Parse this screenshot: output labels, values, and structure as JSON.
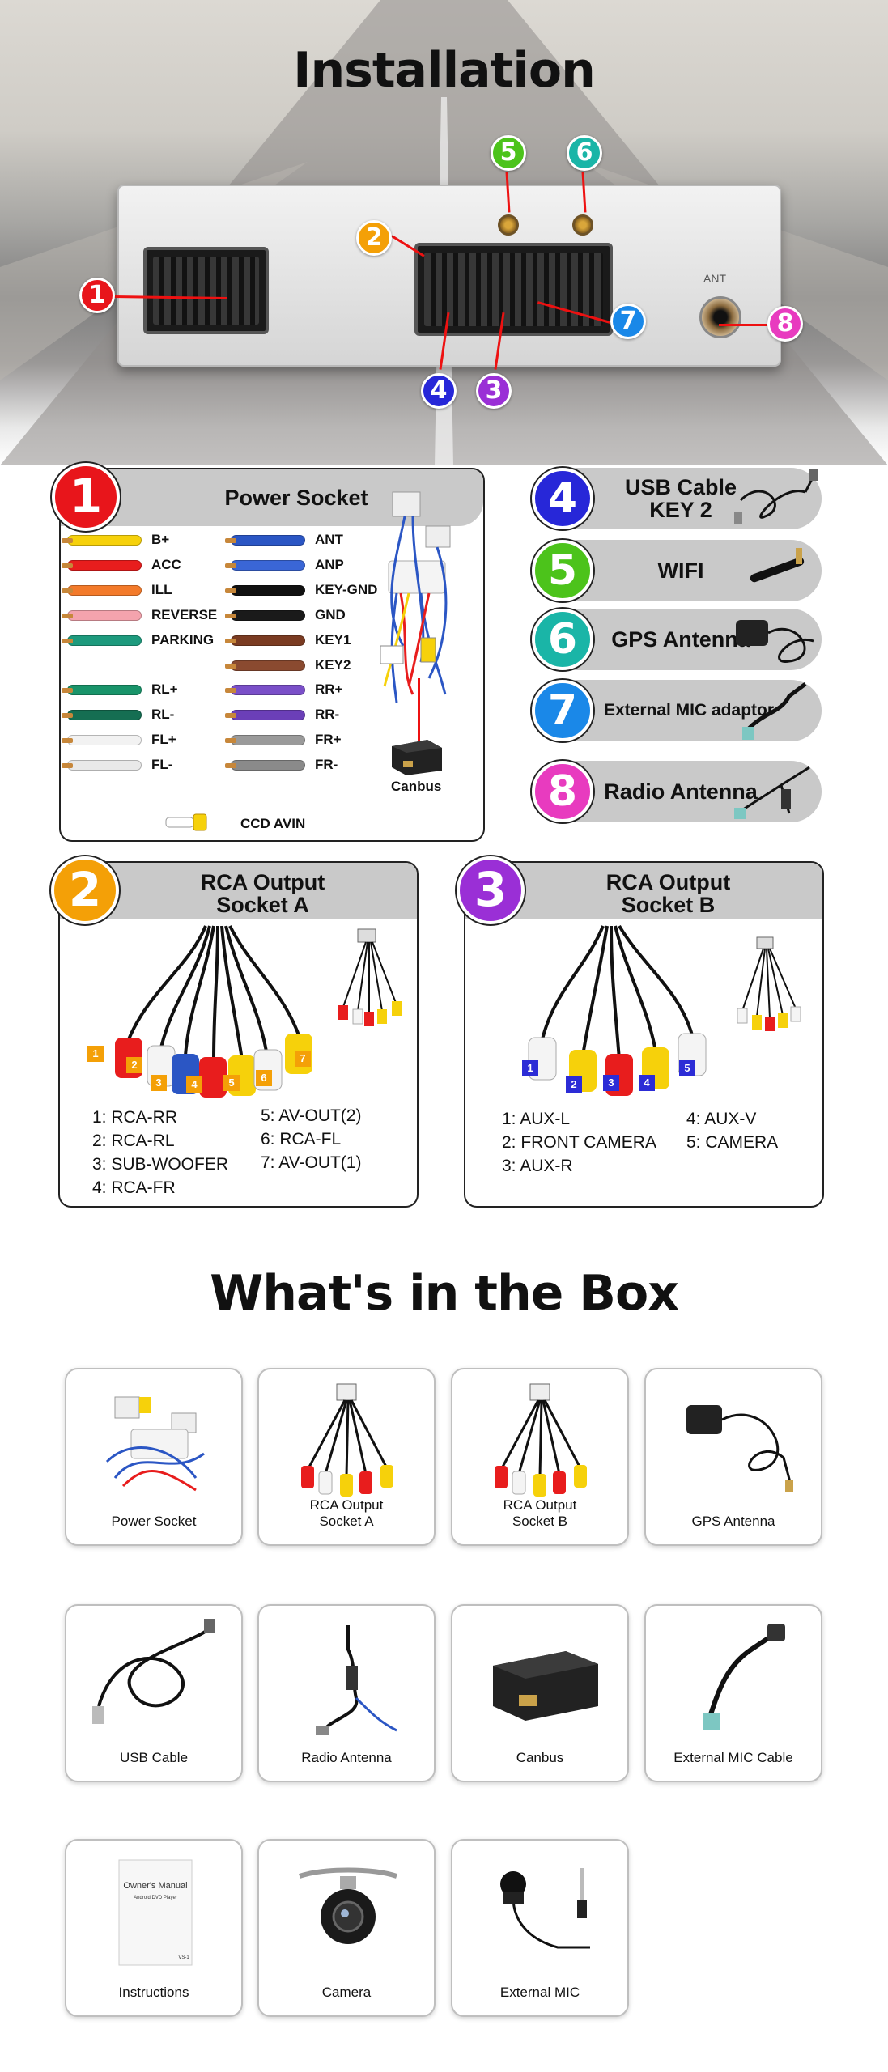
{
  "hero": {
    "title": "Installation",
    "unit_labels": {
      "ant": "ANT"
    },
    "badges": [
      {
        "n": "1",
        "color": "#e8151b"
      },
      {
        "n": "2",
        "color": "#f4a007"
      },
      {
        "n": "3",
        "color": "#9a2fd6"
      },
      {
        "n": "4",
        "color": "#2727d8"
      },
      {
        "n": "5",
        "color": "#4cc31b"
      },
      {
        "n": "6",
        "color": "#1ab5a7"
      },
      {
        "n": "7",
        "color": "#1a88e8"
      },
      {
        "n": "8",
        "color": "#e83bbf"
      }
    ]
  },
  "power": {
    "number": "1",
    "title": "Power Socket",
    "left_wires": [
      {
        "label": "B+",
        "color": "#f6d10b"
      },
      {
        "label": "ACC",
        "color": "#e81d1d"
      },
      {
        "label": "ILL",
        "color": "#f37a2a"
      },
      {
        "label": "REVERSE",
        "color": "#f4a3ad"
      },
      {
        "label": "PARKING",
        "color": "#1d9a7d"
      },
      {
        "label": "RL+",
        "color": "#19946a"
      },
      {
        "label": "RL-",
        "color": "#156e52"
      },
      {
        "label": "FL+",
        "color": "#f2f2f2"
      },
      {
        "label": "FL-",
        "color": "#e9e9e9"
      }
    ],
    "right_wires": [
      {
        "label": "ANT",
        "color": "#2b56c4"
      },
      {
        "label": "ANP",
        "color": "#3a66d6"
      },
      {
        "label": "KEY-GND",
        "color": "#111111"
      },
      {
        "label": "GND",
        "color": "#1a1a1a"
      },
      {
        "label": "KEY1",
        "color": "#7a3b22"
      },
      {
        "label": "KEY2",
        "color": "#8a4a30"
      },
      {
        "label": "RR+",
        "color": "#7a4fc8"
      },
      {
        "label": "RR-",
        "color": "#6b3fb8"
      },
      {
        "label": "FR+",
        "color": "#9a9a9a"
      },
      {
        "label": "FR-",
        "color": "#8a8a8a"
      }
    ],
    "ccd": "CCD AVIN",
    "canbus": "Canbus"
  },
  "accessories": [
    {
      "n": "4",
      "label": "USB Cable\nKEY 2",
      "color": "#2727d8"
    },
    {
      "n": "5",
      "label": "WIFI",
      "color": "#4cc31b"
    },
    {
      "n": "6",
      "label": "GPS Antenna",
      "color": "#1ab5a7"
    },
    {
      "n": "7",
      "label": "External MIC adaptor",
      "color": "#1a88e8"
    },
    {
      "n": "8",
      "label": "Radio Antenna",
      "color": "#e83bbf"
    }
  ],
  "rca_a": {
    "number": "2",
    "title": "RCA Output\nSocket A",
    "items_left": [
      "1: RCA-RR",
      "2: RCA-RL",
      "3: SUB-WOOFER",
      "4: RCA-FR"
    ],
    "items_right": [
      "5: AV-OUT(2)",
      "6: RCA-FL",
      "7: AV-OUT(1)"
    ],
    "tags": [
      "1",
      "2",
      "3",
      "4",
      "5",
      "6",
      "7"
    ]
  },
  "rca_b": {
    "number": "3",
    "title": "RCA Output\nSocket B",
    "items_left": [
      "1: AUX-L",
      "2: FRONT CAMERA",
      "3: AUX-R"
    ],
    "items_right": [
      "4: AUX-V",
      "5: CAMERA"
    ],
    "tags": [
      "1",
      "2",
      "3",
      "4",
      "5"
    ]
  },
  "box": {
    "title": "What's in the Box",
    "items": [
      {
        "label": "Power Socket",
        "icon": "harness-icon"
      },
      {
        "label": "RCA Output\nSocket A",
        "icon": "rca-cable-icon"
      },
      {
        "label": "RCA Output\nSocket B",
        "icon": "rca-cable-icon"
      },
      {
        "label": "GPS Antenna",
        "icon": "gps-antenna-icon"
      },
      {
        "label": "USB Cable",
        "icon": "usb-cable-icon"
      },
      {
        "label": "Radio Antenna",
        "icon": "radio-antenna-icon"
      },
      {
        "label": "Canbus",
        "icon": "canbus-box-icon"
      },
      {
        "label": "External MIC Cable",
        "icon": "mic-cable-icon"
      },
      {
        "label": "Instructions",
        "icon": "manual-icon"
      },
      {
        "label": "Camera",
        "icon": "camera-icon"
      },
      {
        "label": "External MIC",
        "icon": "microphone-icon"
      }
    ],
    "manual": {
      "title": "Owner's Manual",
      "subtitle": "Android DVD Player",
      "code": "VS-1"
    }
  }
}
